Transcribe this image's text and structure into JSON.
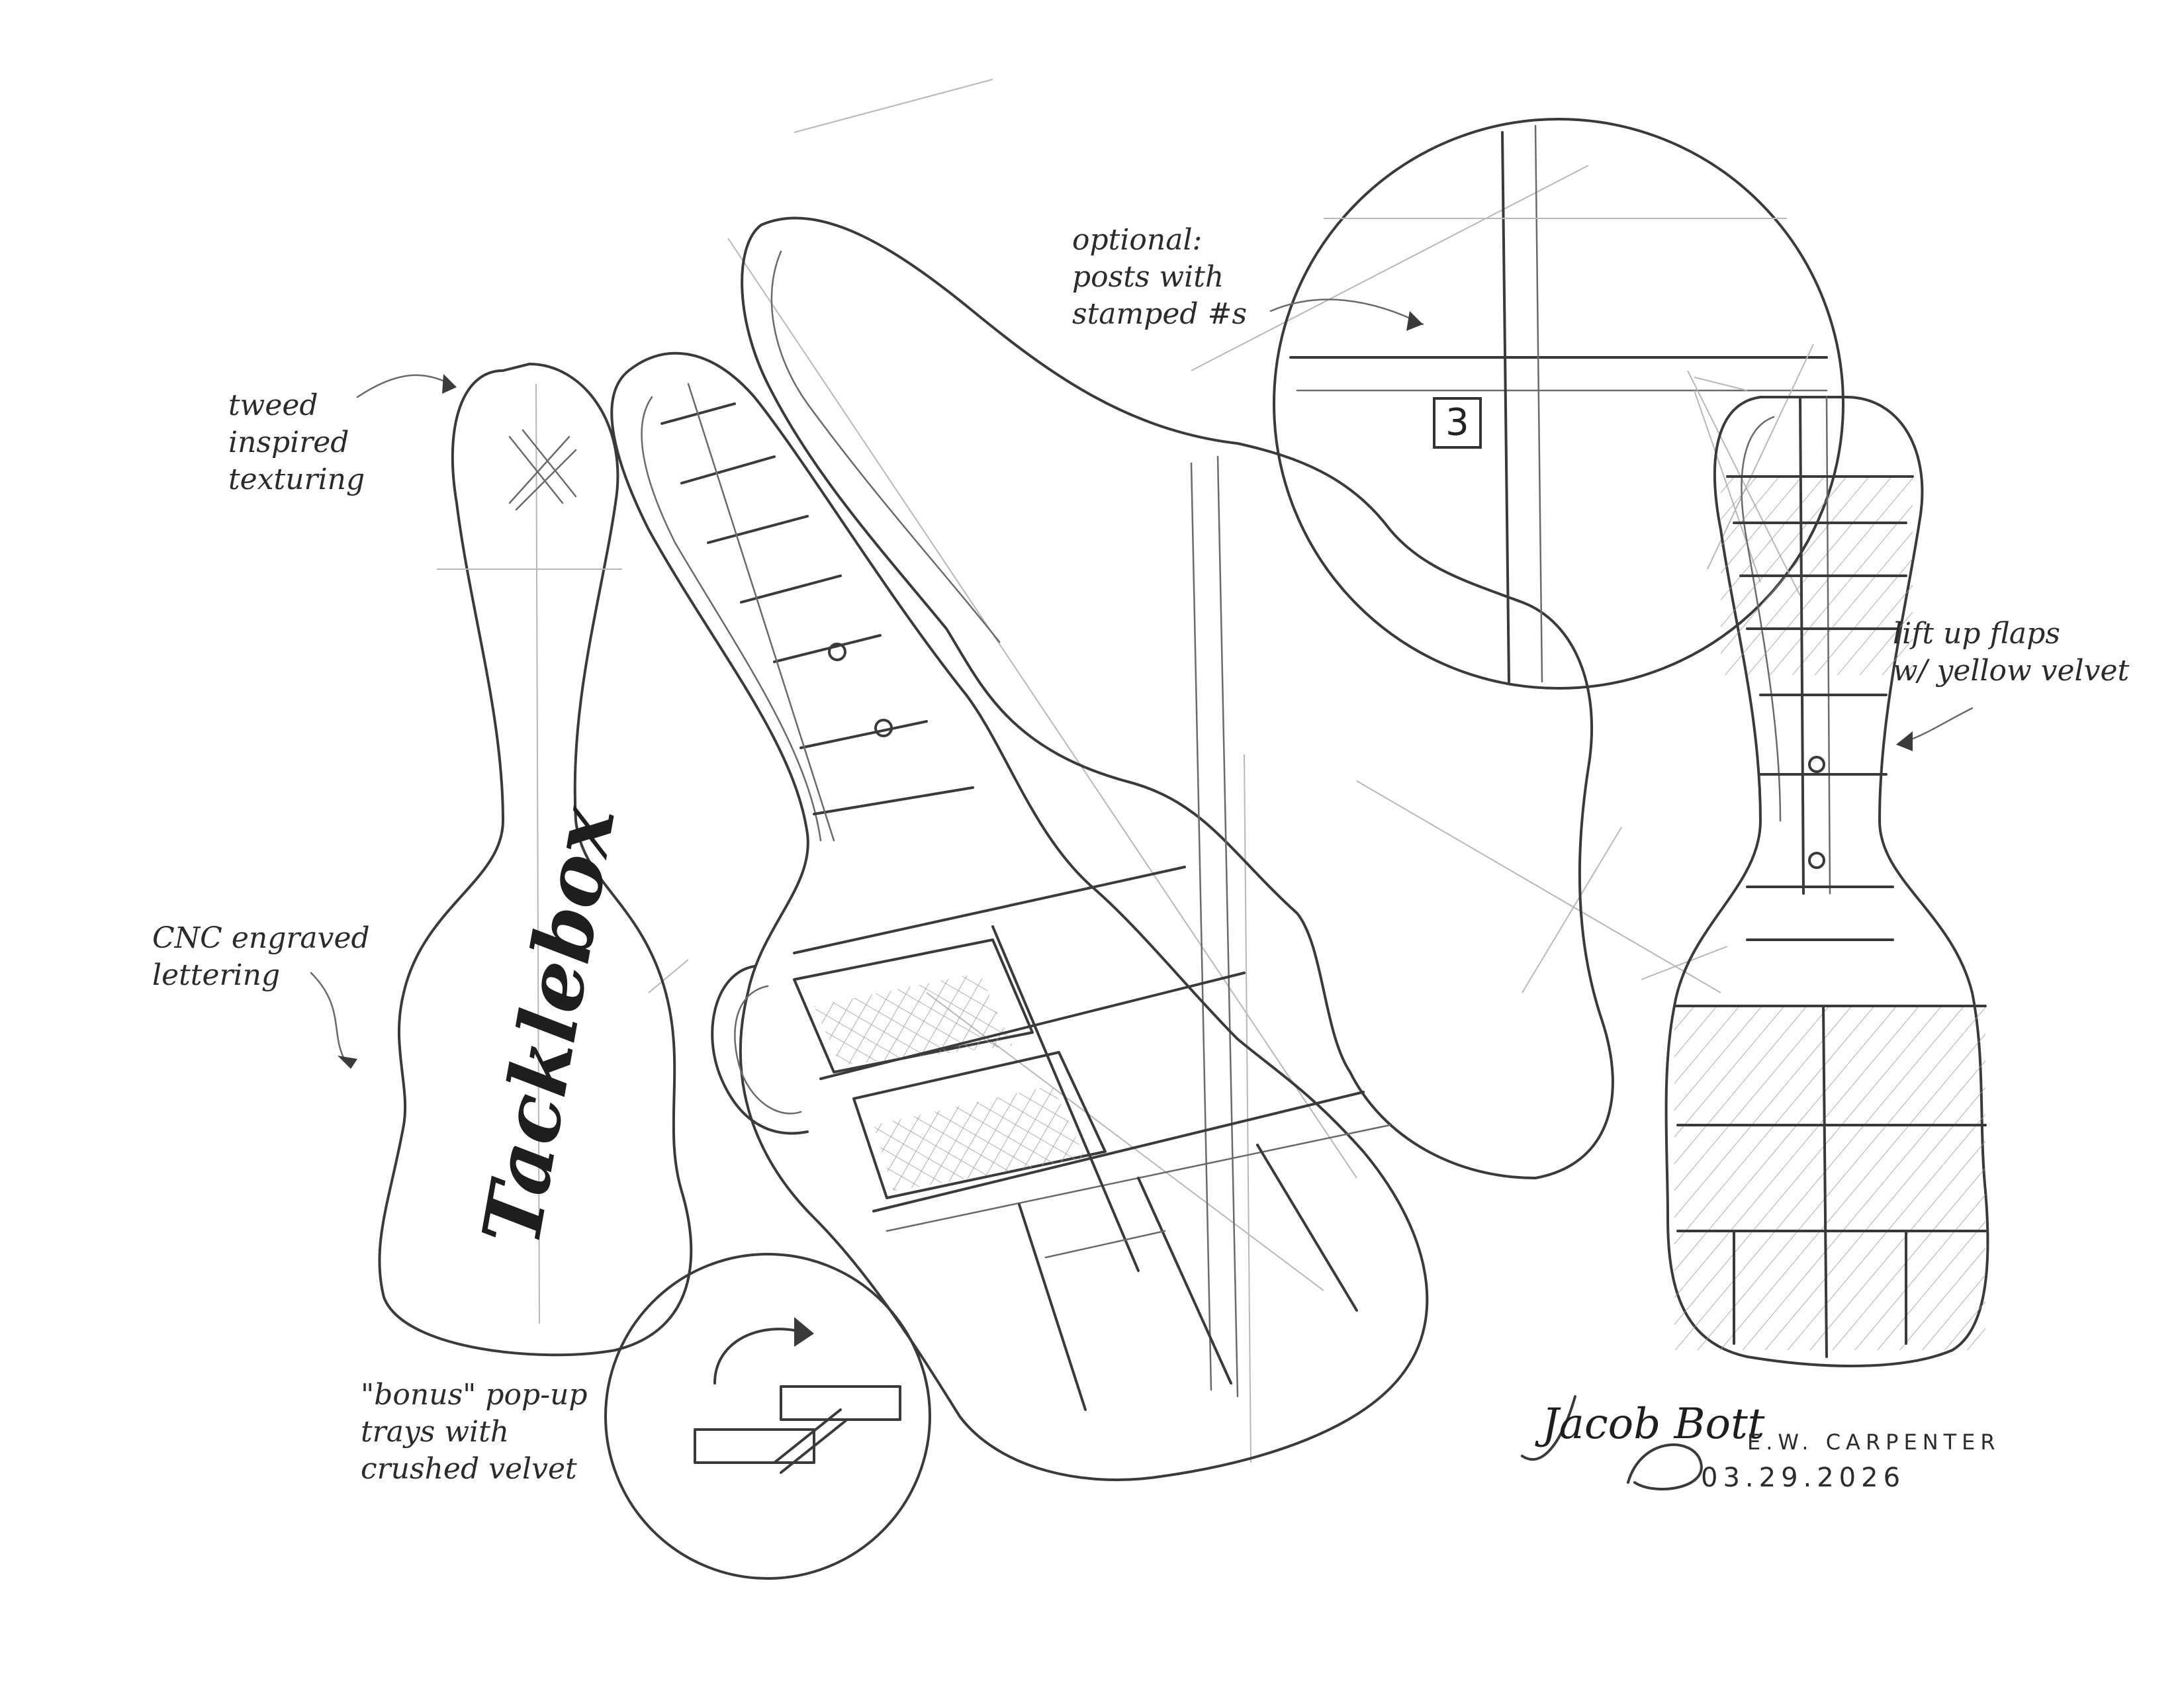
{
  "notes": {
    "tweed": [
      "tweed",
      "inspired",
      "texturing"
    ],
    "cnc": [
      "CNC engraved",
      "lettering"
    ],
    "posts": [
      "optional:",
      "posts with",
      "stamped #s"
    ],
    "flaps": [
      "lift up flaps",
      "w/ yellow velvet"
    ],
    "trays": [
      "\"bonus\" pop-up",
      "trays with",
      "crushed velvet"
    ]
  },
  "engraving": "Tacklebox",
  "post_number": "3",
  "signature": {
    "name": "Jacob Bott",
    "studio": "E.W. CARPENTER",
    "date": "03.29.2026"
  },
  "colors": {
    "pencil": "#3a3a3a",
    "paper": "#ffffff",
    "guide": "#b8b8b8"
  }
}
